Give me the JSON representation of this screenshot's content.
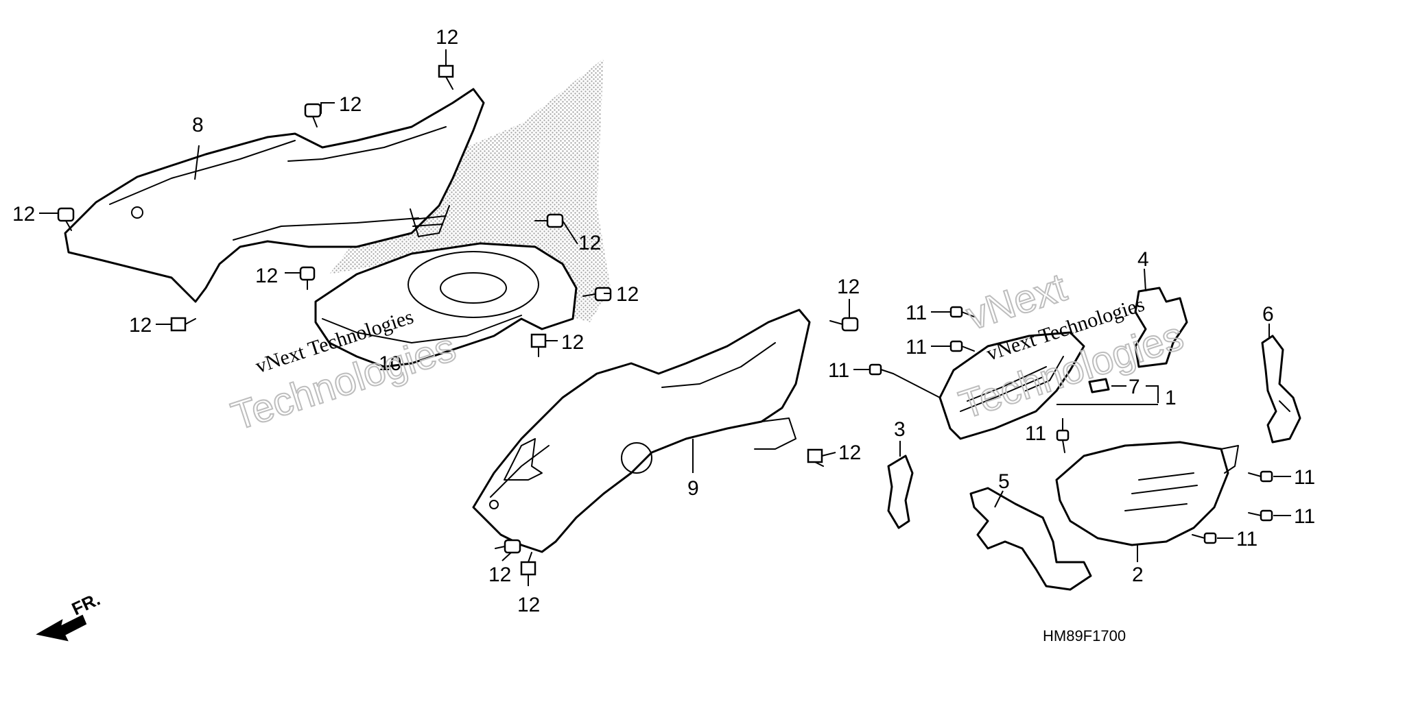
{
  "diagram_code": "HM89F1700",
  "front_marker": "FR.",
  "watermark": {
    "line1": "vNext Technologies",
    "line2a": "vNext",
    "line2b": "Technologies"
  },
  "callouts": {
    "p1": "1",
    "p2": "2",
    "p3": "3",
    "p4": "4",
    "p5": "5",
    "p6": "6",
    "p7": "7",
    "p8": "8",
    "p9": "9",
    "p10": "10",
    "p11": "11",
    "p12": "12"
  },
  "colors": {
    "line": "#000000",
    "stipple": "#a8a8a8",
    "watermark_outline": "#bdbdbd",
    "background": "#ffffff"
  }
}
